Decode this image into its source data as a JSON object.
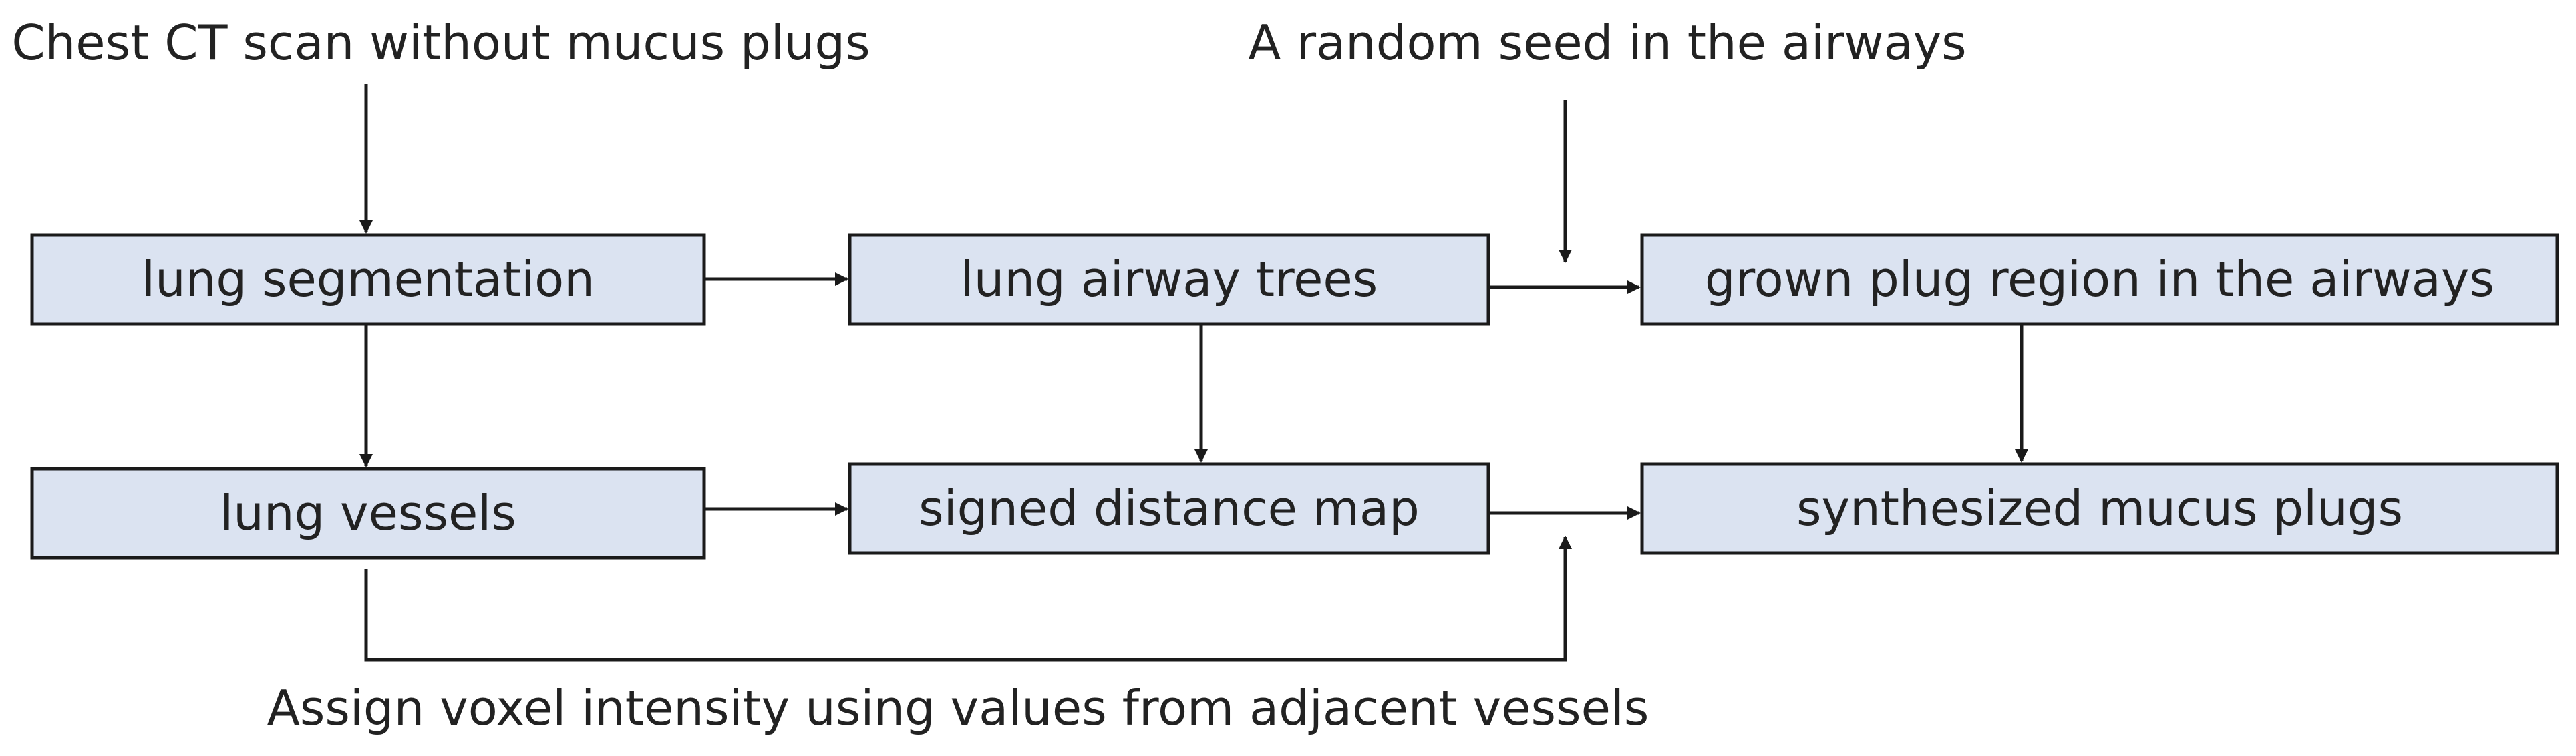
{
  "labels": {
    "input_scan": "Chest CT scan without mucus plugs",
    "random_seed": "A random seed in the airways",
    "assign_intensity": "Assign voxel intensity using values from adjacent vessels"
  },
  "boxes": {
    "lung_segmentation": "lung segmentation",
    "lung_airway_trees": "lung airway trees",
    "grown_plug_region": "grown plug region in the airways",
    "lung_vessels": "lung vessels",
    "signed_distance_map": "signed distance map",
    "synthesized_mucus_plugs": "synthesized mucus plugs"
  },
  "colors": {
    "box_fill": "#dbe3f1",
    "stroke": "#1a1a1a",
    "text": "#222222"
  }
}
